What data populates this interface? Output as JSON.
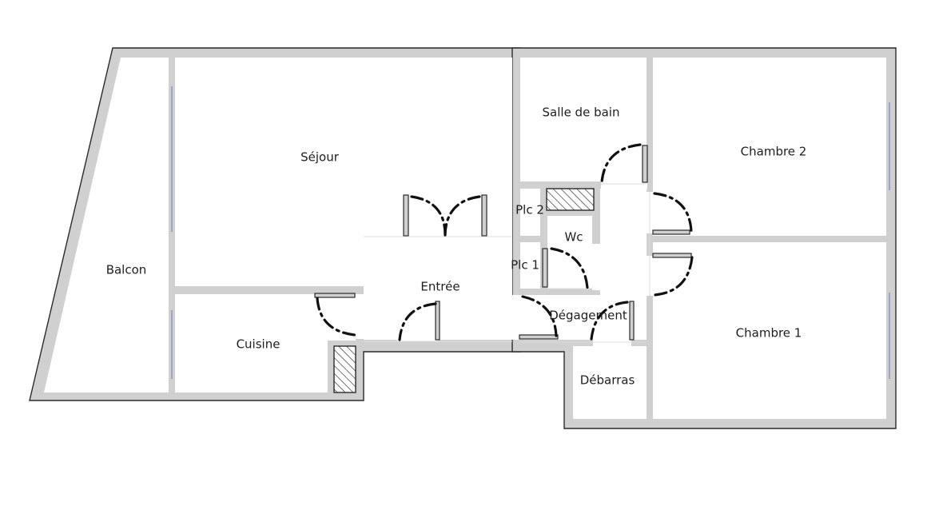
{
  "rooms": {
    "balcon": "Balcon",
    "sejour": "Séjour",
    "cuisine": "Cuisine",
    "entree": "Entrée",
    "salle_de_bain": "Salle de bain",
    "plc2": "Plc 2",
    "plc1": "Plc 1",
    "wc": "Wc",
    "degagement": "Dégagement",
    "debarras": "Débarras",
    "chambre2": "Chambre 2",
    "chambre1": "Chambre 1"
  },
  "colors": {
    "wall_fill": "#d0d0d0",
    "wall_stroke": "#2a2a2a",
    "window": "#7c86c4"
  }
}
